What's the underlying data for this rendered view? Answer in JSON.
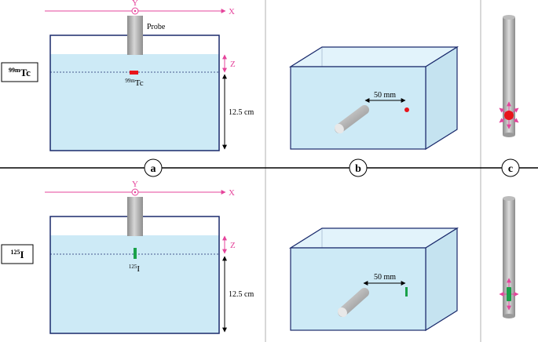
{
  "rows": [
    {
      "isotope_mass": "99m",
      "isotope_symbol": "Tc",
      "source_mass": "99m",
      "source_symbol": "Tc",
      "source_color": "#e8141b",
      "axis_x": "X",
      "axis_y": "Y",
      "axis_z": "Z",
      "probe_label": "Probe",
      "depth_label": "12.5 cm",
      "distance_label": "50 mm"
    },
    {
      "isotope_mass": "125",
      "isotope_symbol": "I",
      "source_mass": "125",
      "source_symbol": "I",
      "source_color": "#1aa14a",
      "axis_x": "X",
      "axis_y": "Y",
      "axis_z": "Z",
      "probe_label": "",
      "depth_label": "12.5 cm",
      "distance_label": "50 mm"
    }
  ],
  "panels": [
    "a",
    "b",
    "c"
  ],
  "colors": {
    "water": "#cdeaf6",
    "water_top": "#e2f3fb",
    "tank_edge": "#1a2a6c",
    "axis": "#e5449b",
    "probe": "#a9a9a9",
    "divider": "#b0b0b0"
  }
}
